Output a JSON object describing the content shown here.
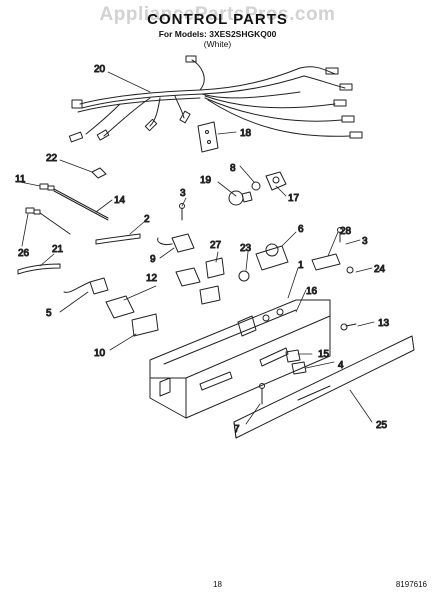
{
  "watermark": "AppliancePartsPros.com",
  "title": "CONTROL PARTS",
  "subtitle": "For Models: 3XES2SHGKQ00",
  "color_variant": "(White)",
  "page_number": "18",
  "doc_code": "8197616",
  "callouts": [
    "20",
    "18",
    "22",
    "11",
    "14",
    "26",
    "21",
    "5",
    "2",
    "3",
    "9",
    "12",
    "10",
    "27",
    "19",
    "8",
    "17",
    "23",
    "6",
    "1",
    "16",
    "28",
    "3",
    "24",
    "13",
    "15",
    "4",
    "7",
    "25"
  ]
}
